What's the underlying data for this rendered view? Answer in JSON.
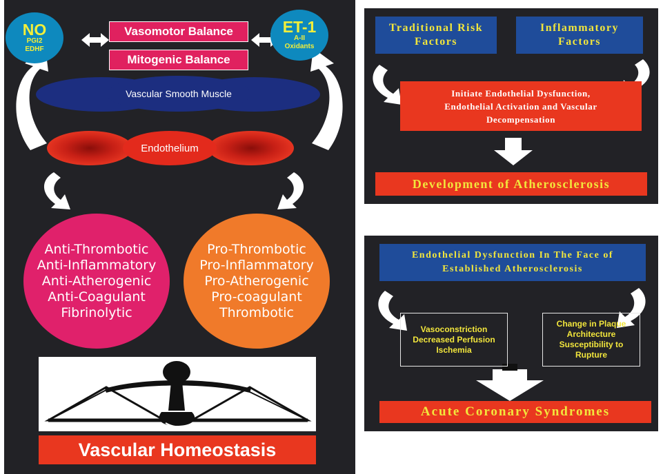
{
  "left": {
    "no_oval": {
      "title": "NO",
      "line1": "PGI2",
      "line2": "EDHF"
    },
    "et1_oval": {
      "title": "ET-1",
      "line1": "A-II",
      "line2": "Oxidants"
    },
    "vasomotor": "Vasomotor Balance",
    "mitogenic": "Mitogenic Balance",
    "smooth_muscle": "Vascular Smooth Muscle",
    "endothelium": "Endothelium",
    "anti_circle": [
      "Anti-Thrombotic",
      "Anti-Inflammatory",
      "Anti-Atherogenic",
      "Anti-Coagulant",
      "Fibrinolytic"
    ],
    "pro_circle": [
      "Pro-Thrombotic",
      "Pro-Inflammatory",
      "Pro-Atherogenic",
      "Pro-coagulant",
      "Thrombotic"
    ],
    "homeostasis": "Vascular Homeostasis"
  },
  "top_right": {
    "traditional": [
      "Traditional Risk",
      "Factors"
    ],
    "inflammatory": [
      "Inflammatory",
      "Factors"
    ],
    "initiate": [
      "Initiate Endothelial Dysfunction,",
      "Endothelial Activation and Vascular",
      "Decompensation"
    ],
    "development": "Development of Atherosclerosis"
  },
  "bottom_right": {
    "header": [
      "Endothelial Dysfunction In The Face of",
      "Established Atherosclerosis"
    ],
    "left_box": [
      "Vasoconstriction",
      "Decreased Perfusion",
      "Ischemia"
    ],
    "right_box": [
      "Change in Plaque",
      "Architecture",
      "Susceptibility to",
      "Rupture"
    ],
    "acute": "Acute Coronary Syndromes"
  },
  "colors": {
    "panel_bg": "#222226",
    "pink": "#e0215f",
    "cyan_oval": "#0e89be",
    "yellow_text": "#f2e63c",
    "navy": "#1c2e80",
    "red": "#e9371f",
    "orange": "#f07a2a",
    "magenta": "#e0216b"
  }
}
